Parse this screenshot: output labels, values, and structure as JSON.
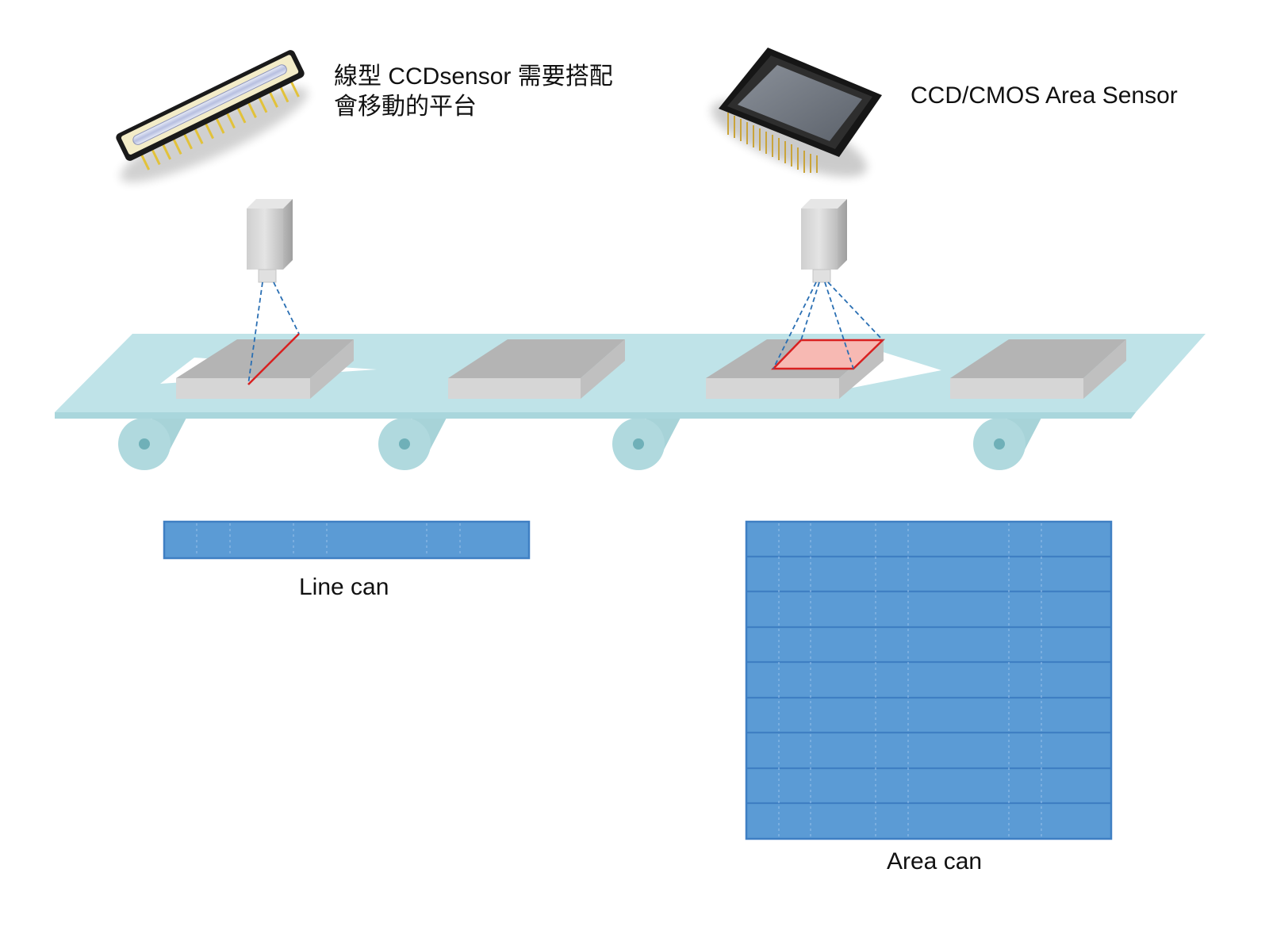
{
  "labels": {
    "line_sensor_line1": "線型 CCDsensor 需要搭配",
    "line_sensor_line2": "會移動的平台",
    "area_sensor": "CCD/CMOS Area Sensor",
    "line_scan": "Line can",
    "area_scan": "Area can"
  },
  "scan_grid": {
    "line_scan_rows": 1,
    "area_scan_rows": 9
  },
  "colors": {
    "conveyor": "#bfe3e8",
    "roller": "#9fd0d6",
    "block": "#c5c5c5",
    "scan_line": "#d92020",
    "scan_area_fill": "#f7b9b3",
    "dashed_beam": "#2a6fb3",
    "grid_fill": "#5b9bd5",
    "grid_line": "#3f7fc3"
  },
  "icons": [
    "line-ccd-sensor-icon",
    "area-ccd-cmos-sensor-icon",
    "camera-icon"
  ]
}
